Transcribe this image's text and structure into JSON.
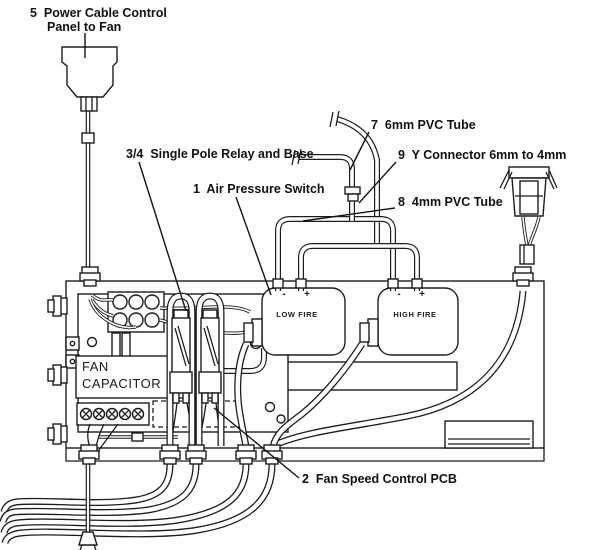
{
  "diagram": {
    "background": "#ffffff",
    "ink_color": "#1c1c1c",
    "part_labels": {
      "power_cable_line1": "5  Power Cable Control",
      "power_cable_line2": "Panel to Fan",
      "relay": "3/4  Single Pole Relay and Base",
      "air_pressure_switch": "1  Air Pressure Switch",
      "pvc_tube_6mm": "7  6mm PVC Tube",
      "y_connector": "9  Y Connector 6mm to 4mm",
      "pvc_tube_4mm": "8  4mm PVC Tube",
      "fan_speed_pcb": "2  Fan Speed Control PCB"
    },
    "panel_markings": {
      "fan_capacitor_line1": "FAN",
      "fan_capacitor_line2": "CAPACITOR",
      "low_fire_switch": "LOW FIRE",
      "high_fire_switch": "HIGH FIRE",
      "minus_mark": "-",
      "plus_mark": "+"
    }
  }
}
